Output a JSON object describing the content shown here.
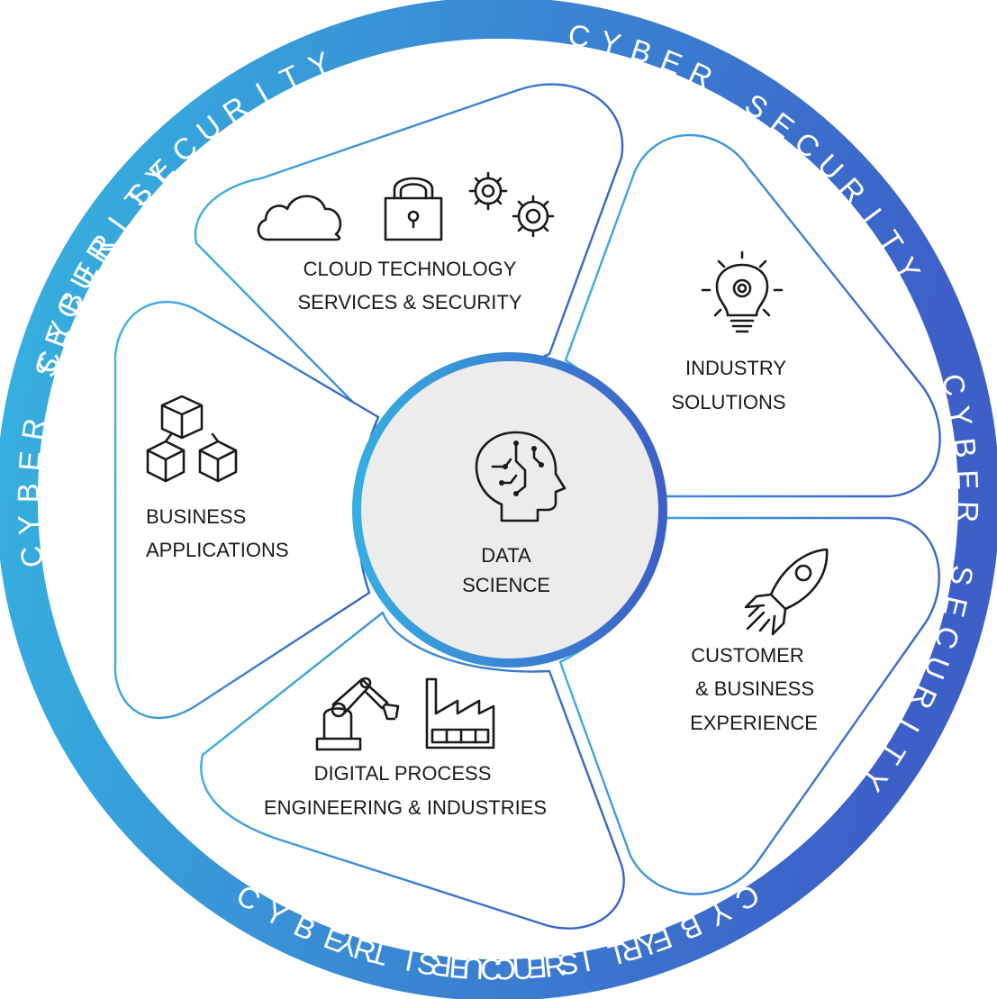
{
  "colors": {
    "ring_start": "#35b3e0",
    "ring_end": "#3d5fc8",
    "segment_stroke_light": "#3cb6e2",
    "segment_stroke_dark": "#3b64c9",
    "center_fill": "#ececec",
    "text": "#1a1a1a"
  },
  "ring": {
    "label": "CYBER SECURITY"
  },
  "center": {
    "line1": "DATA",
    "line2": "SCIENCE",
    "icon": "brain-head-icon"
  },
  "segments": [
    {
      "id": "cloud",
      "line1": "CLOUD TECHNOLOGY",
      "line2": "SERVICES & SECURITY",
      "icons": [
        "cloud-icon",
        "padlock-icon",
        "gears-icon"
      ]
    },
    {
      "id": "industry",
      "line1": "INDUSTRY",
      "line2": "SOLUTIONS",
      "icons": [
        "lightbulb-icon"
      ]
    },
    {
      "id": "customer",
      "line1": "CUSTOMER",
      "line2": "& BUSINESS",
      "line3": "EXPERIENCE",
      "icons": [
        "rocket-icon"
      ]
    },
    {
      "id": "digital",
      "line1": "DIGITAL PROCESS",
      "line2": "ENGINEERING & INDUSTRIES",
      "icons": [
        "robot-arm-icon",
        "factory-icon"
      ]
    },
    {
      "id": "business",
      "line1": "BUSINESS",
      "line2": "APPLICATIONS",
      "icons": [
        "cubes-icon"
      ]
    }
  ]
}
